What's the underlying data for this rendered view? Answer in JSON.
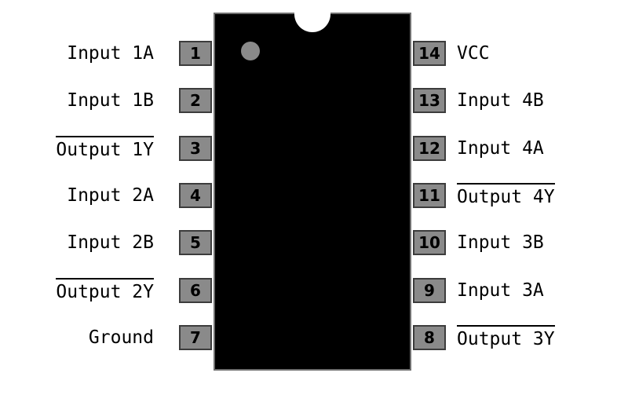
{
  "left_pins": [
    {
      "number": "1",
      "label": "Input 1A"
    },
    {
      "number": "2",
      "label": "Input 1B"
    },
    {
      "number": "3",
      "label": "Output 1Y",
      "overbar": true
    },
    {
      "number": "4",
      "label": "Input 2A"
    },
    {
      "number": "5",
      "label": "Input 2B"
    },
    {
      "number": "6",
      "label": "Output 2Y",
      "overbar": true
    },
    {
      "number": "7",
      "label": "Ground"
    }
  ],
  "right_pins": [
    {
      "number": "14",
      "label": "VCC"
    },
    {
      "number": "13",
      "label": "Input 4B"
    },
    {
      "number": "12",
      "label": "Input 4A"
    },
    {
      "number": "11",
      "label": "Output 4Y",
      "overbar": true
    },
    {
      "number": "10",
      "label": "Input 3B"
    },
    {
      "number": "9",
      "label": "Input 3A"
    },
    {
      "number": "8",
      "label": "Output 3Y",
      "overbar": true
    }
  ],
  "colors": {
    "chip_body": "#000000",
    "pin_fill": "#8a8a8a",
    "background": "#ffffff"
  }
}
